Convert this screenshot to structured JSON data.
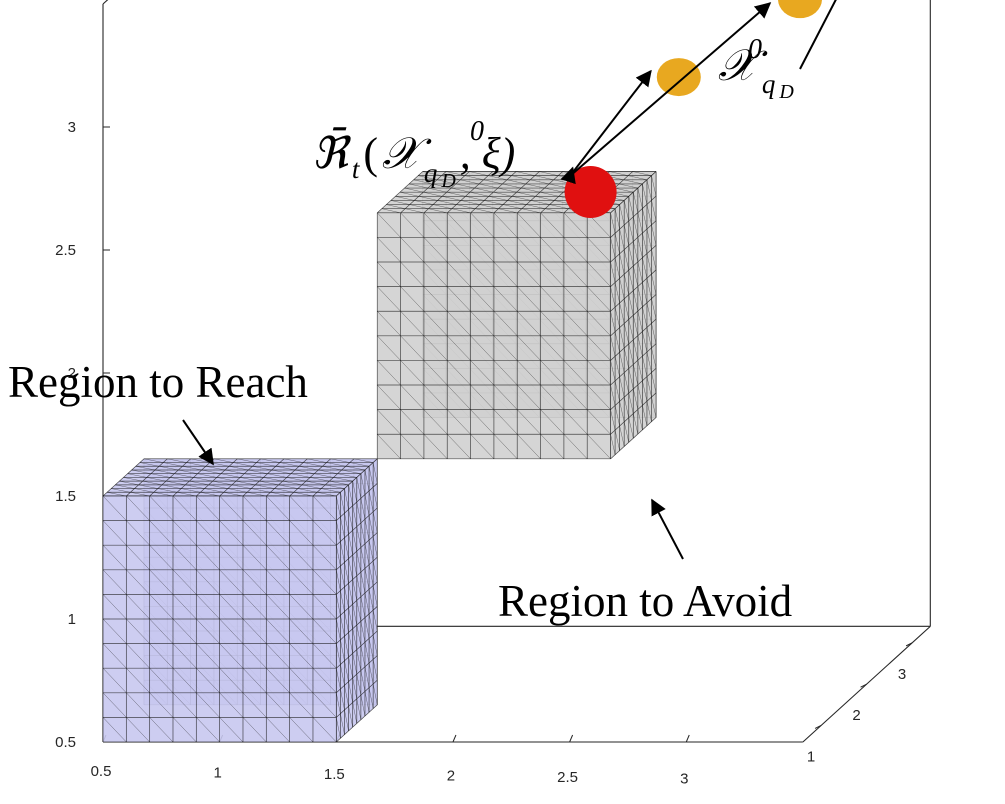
{
  "chart_data": {
    "type": "scatter3d",
    "axes": {
      "x": {
        "ticks": [
          "0.5",
          "1",
          "1.5",
          "2",
          "2.5",
          "3"
        ],
        "range": [
          0.5,
          3.5
        ]
      },
      "y": {
        "ticks": [
          "1",
          "2",
          "3"
        ],
        "range": [
          0.6,
          3.4
        ]
      },
      "z": {
        "ticks": [
          "0.5",
          "1",
          "1.5",
          "2",
          "2.5",
          "3"
        ],
        "range": [
          0.5,
          3.5
        ]
      }
    },
    "regions": [
      {
        "label": "Region to Reach",
        "bounds": {
          "x": [
            0.5,
            1.5
          ],
          "y": [
            0.6,
            1.5
          ],
          "z": [
            0.5,
            1.5
          ]
        },
        "color": "#c8c8ef"
      },
      {
        "label": "Region to Avoid",
        "bounds": {
          "x": [
            1.5,
            2.5
          ],
          "y": [
            1.5,
            2.5
          ],
          "z": [
            1.5,
            2.5
          ]
        },
        "color": "#d0d0d0"
      }
    ],
    "initial_set_label": {
      "main": "𝒳",
      "sub": "q",
      "subsub": "D",
      "sup": "0"
    },
    "reach_set_label": {
      "prefix": "ℜ̄",
      "sub": "t",
      "open": "(",
      "main": "𝒳",
      "sup": "0",
      "sub2": "q",
      "subsub": "D",
      "rest": ", ξ)"
    },
    "initial_points": [
      {
        "x": 3.4,
        "y": 3.3,
        "z": 3.4
      },
      {
        "x": 3.0,
        "y": 3.1,
        "z": 3.1
      },
      {
        "x": 2.5,
        "y": 3.0,
        "z": 2.8
      }
    ],
    "reach_point": {
      "x": 2.2,
      "y": 2.6,
      "z": 2.4
    },
    "colors": {
      "initial": "#e8a820",
      "reach": "#e01010",
      "reach_region": "#c8c8ef",
      "avoid_region": "#d0d0d0",
      "wire": "#141414"
    }
  }
}
